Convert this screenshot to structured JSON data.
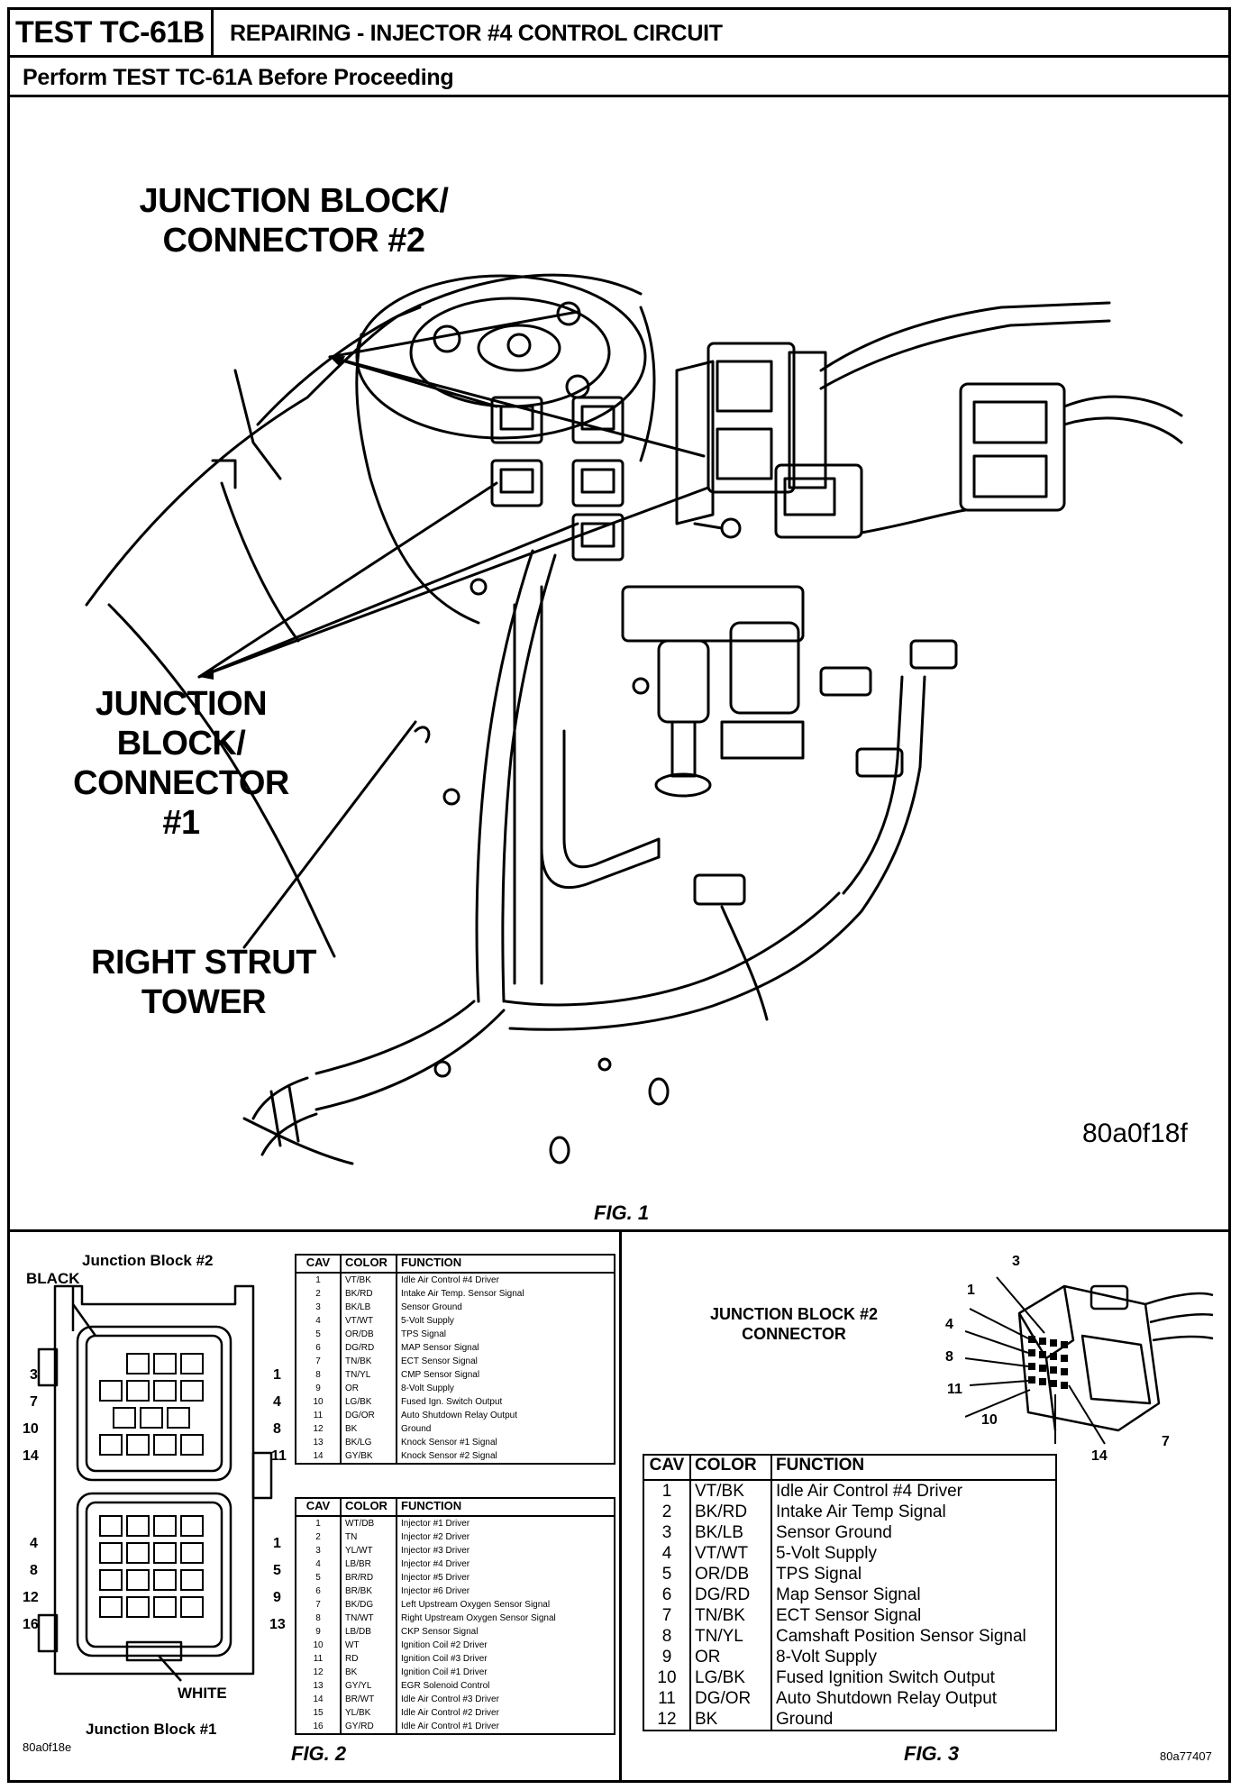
{
  "header": {
    "test_id": "TEST TC-61B",
    "title": "REPAIRING - INJECTOR #4 CONTROL CIRCUIT",
    "subtitle": "Perform TEST TC-61A Before Proceeding"
  },
  "fig1": {
    "label_jb2_line1": "JUNCTION BLOCK/",
    "label_jb2_line2": "CONNECTOR #2",
    "label_jb1_line1": "JUNCTION",
    "label_jb1_line2": "BLOCK/",
    "label_jb1_line3": "CONNECTOR",
    "label_jb1_line4": "#1",
    "label_strut_line1": "RIGHT STRUT",
    "label_strut_line2": "TOWER",
    "code": "80a0f18f",
    "caption": "FIG. 1"
  },
  "fig2": {
    "jb2_title": "Junction Block #2",
    "black_label": "BLACK",
    "white_label": "WHITE",
    "jb1_title": "Junction Block #1",
    "code": "80a0f18e",
    "caption": "FIG. 2",
    "pins_upper_left": [
      "3",
      "7",
      "10",
      "14"
    ],
    "pins_upper_right": [
      "1",
      "4",
      "8",
      "11"
    ],
    "pins_lower_left": [
      "4",
      "8",
      "12",
      "16"
    ],
    "pins_lower_right": [
      "1",
      "5",
      "9",
      "13"
    ],
    "table1": {
      "headers": [
        "CAV",
        "COLOR",
        "FUNCTION"
      ],
      "rows": [
        [
          "1",
          "VT/BK",
          "Idle Air Control #4 Driver"
        ],
        [
          "2",
          "BK/RD",
          "Intake Air Temp. Sensor Signal"
        ],
        [
          "3",
          "BK/LB",
          "Sensor Ground"
        ],
        [
          "4",
          "VT/WT",
          "5-Volt Supply"
        ],
        [
          "5",
          "OR/DB",
          "TPS Signal"
        ],
        [
          "6",
          "DG/RD",
          "MAP Sensor Signal"
        ],
        [
          "7",
          "TN/BK",
          "ECT Sensor Signal"
        ],
        [
          "8",
          "TN/YL",
          "CMP Sensor Signal"
        ],
        [
          "9",
          "OR",
          "8-Volt Supply"
        ],
        [
          "10",
          "LG/BK",
          "Fused Ign. Switch Output"
        ],
        [
          "11",
          "DG/OR",
          "Auto Shutdown Relay Output"
        ],
        [
          "12",
          "BK",
          "Ground"
        ],
        [
          "13",
          "BK/LG",
          "Knock Sensor #1 Signal"
        ],
        [
          "14",
          "GY/BK",
          "Knock Sensor #2 Signal"
        ]
      ]
    },
    "table2": {
      "headers": [
        "CAV",
        "COLOR",
        "FUNCTION"
      ],
      "rows": [
        [
          "1",
          "WT/DB",
          "Injector #1 Driver"
        ],
        [
          "2",
          "TN",
          "Injector #2 Driver"
        ],
        [
          "3",
          "YL/WT",
          "Injector #3 Driver"
        ],
        [
          "4",
          "LB/BR",
          "Injector #4 Driver"
        ],
        [
          "5",
          "BR/RD",
          "Injector #5 Driver"
        ],
        [
          "6",
          "BR/BK",
          "Injector #6 Driver"
        ],
        [
          "7",
          "BK/DG",
          "Left Upstream Oxygen Sensor Signal"
        ],
        [
          "8",
          "TN/WT",
          "Right Upstream Oxygen Sensor Signal"
        ],
        [
          "9",
          "LB/DB",
          "CKP Sensor Signal"
        ],
        [
          "10",
          "WT",
          "Ignition Coil #2 Driver"
        ],
        [
          "11",
          "RD",
          "Ignition Coil #3 Driver"
        ],
        [
          "12",
          "BK",
          "Ignition Coil #1 Driver"
        ],
        [
          "13",
          "GY/YL",
          "EGR Solenoid Control"
        ],
        [
          "14",
          "BR/WT",
          "Idle Air Control #3 Driver"
        ],
        [
          "15",
          "YL/BK",
          "Idle Air Control #2 Driver"
        ],
        [
          "16",
          "GY/RD",
          "Idle Air Control #1 Driver"
        ]
      ]
    }
  },
  "fig3": {
    "title_line1": "JUNCTION BLOCK #2",
    "title_line2": "CONNECTOR",
    "callouts": [
      "3",
      "1",
      "4",
      "8",
      "11",
      "10",
      "14",
      "7"
    ],
    "code": "80a77407",
    "caption": "FIG. 3",
    "table": {
      "headers": [
        "CAV",
        "COLOR",
        "FUNCTION"
      ],
      "rows": [
        [
          "1",
          "VT/BK",
          "Idle Air Control #4 Driver"
        ],
        [
          "2",
          "BK/RD",
          "Intake Air Temp Signal"
        ],
        [
          "3",
          "BK/LB",
          "Sensor Ground"
        ],
        [
          "4",
          "VT/WT",
          "5-Volt Supply"
        ],
        [
          "5",
          "OR/DB",
          "TPS Signal"
        ],
        [
          "6",
          "DG/RD",
          "Map Sensor Signal"
        ],
        [
          "7",
          "TN/BK",
          "ECT Sensor Signal"
        ],
        [
          "8",
          "TN/YL",
          "Camshaft Position Sensor Signal"
        ],
        [
          "9",
          "OR",
          "8-Volt Supply"
        ],
        [
          "10",
          "LG/BK",
          "Fused Ignition Switch Output"
        ],
        [
          "11",
          "DG/OR",
          "Auto Shutdown Relay Output"
        ],
        [
          "12",
          "BK",
          "Ground"
        ]
      ]
    }
  }
}
